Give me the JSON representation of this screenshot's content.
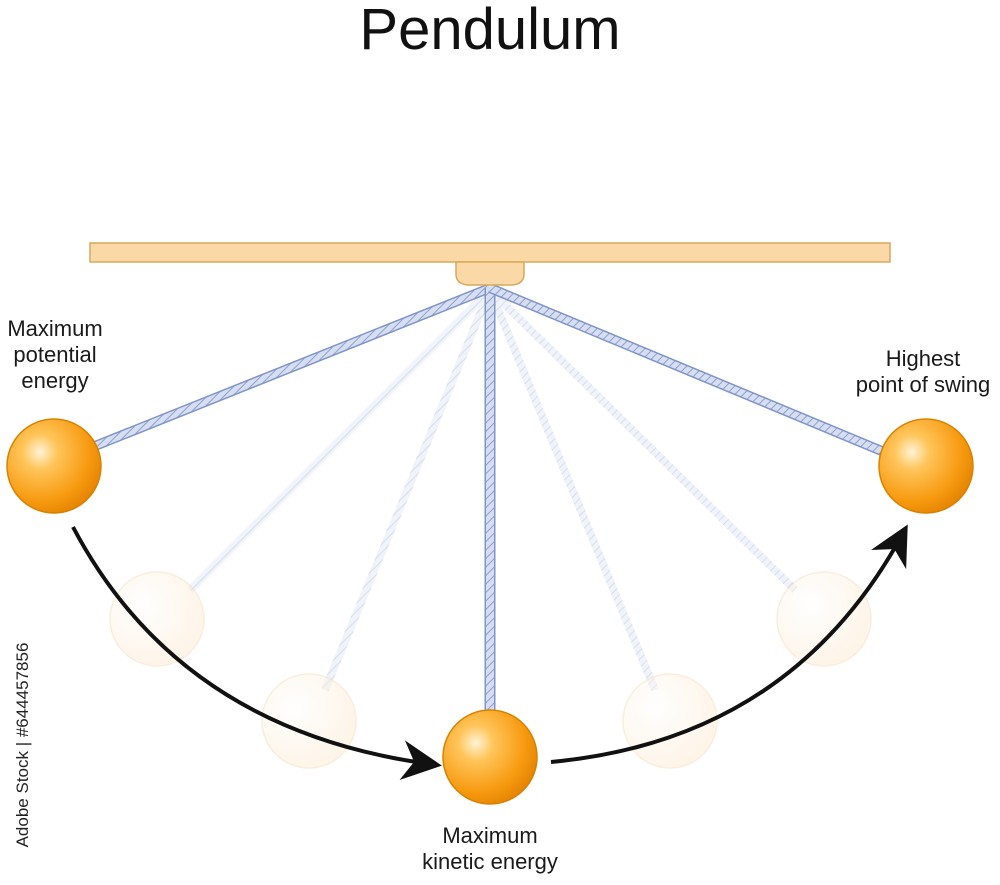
{
  "title": "Pendulum",
  "labels": {
    "potential_line1": "Maximum",
    "potential_line2": "potential",
    "potential_line3": "energy",
    "highest_line1": "Highest",
    "highest_line2": "point of swing",
    "kinetic_line1": "Maximum",
    "kinetic_line2": "kinetic energy"
  },
  "watermark_id": "Adobe Stock | #644457856",
  "colors": {
    "beam": "#fbd9a6",
    "beam_stroke": "#d9a85c",
    "rope": "#b8c6e6",
    "rope_stroke": "#7f95c8",
    "bob": "#f7a318",
    "bob_stroke": "#d98200",
    "arrow": "#111111"
  },
  "icons": [
    "pivot-mount-icon",
    "arrow-right-icon",
    "arrow-up-right-icon"
  ]
}
